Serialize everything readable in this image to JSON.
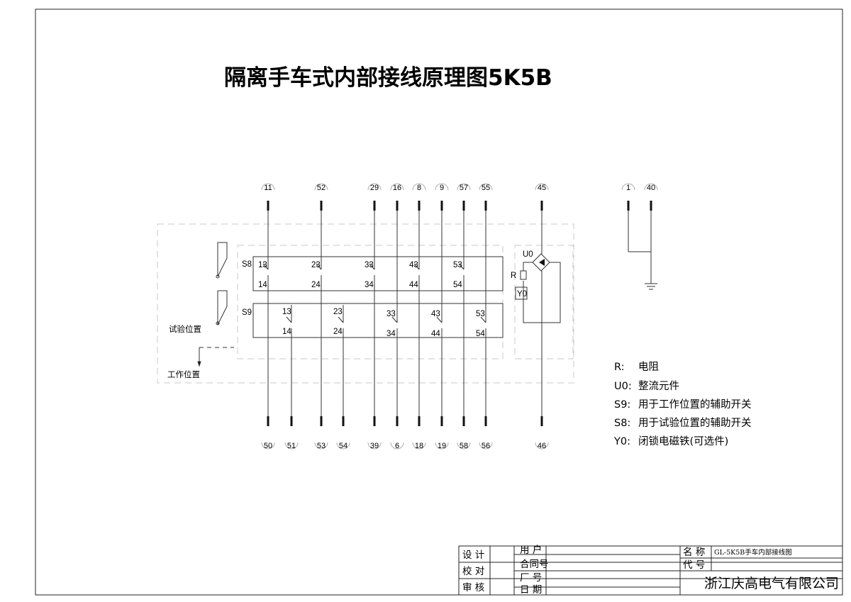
{
  "title": "隔离手车式内部接线原理图5K5B",
  "top_terminals": [
    "11",
    "52",
    "29",
    "16",
    "8",
    "9",
    "57",
    "55",
    "45",
    "1",
    "40"
  ],
  "bottom_terminals": [
    "50",
    "51",
    "53",
    "54",
    "39",
    "6",
    "18",
    "19",
    "58",
    "56",
    "46"
  ],
  "switches": {
    "s8": {
      "name": "S8",
      "top": [
        "13",
        "23",
        "33",
        "43",
        "53"
      ],
      "bottom": [
        "14",
        "24",
        "34",
        "44",
        "54"
      ]
    },
    "s9": {
      "name": "S9",
      "top": [
        "13",
        "23",
        "33",
        "43",
        "53"
      ],
      "bottom": [
        "14",
        "24",
        "34",
        "44",
        "54"
      ]
    }
  },
  "components": {
    "uo": "U0",
    "r": "R",
    "yo": "Y0"
  },
  "positions": {
    "test": "试验位置",
    "work": "工作位置"
  },
  "legend": [
    {
      "key": "R:",
      "text": "电阻"
    },
    {
      "key": "U0:",
      "text": "整流元件"
    },
    {
      "key": "S9:",
      "text": "用于工作位置的辅助开关"
    },
    {
      "key": "S8:",
      "text": "用于试验位置的辅助开关"
    },
    {
      "key": "Y0:",
      "text": "闭锁电磁铁(可选件)"
    }
  ],
  "title_block": {
    "design": "设  计",
    "check": "校  对",
    "review": "审  核",
    "user": "用  户",
    "contract": "合同号",
    "factory": "厂  号",
    "date": "日  期",
    "name_label": "名  称",
    "name_value": "GL-5K5B手车内部接线图",
    "code_label": "代  号",
    "company": "浙江庆高电气有限公司"
  }
}
